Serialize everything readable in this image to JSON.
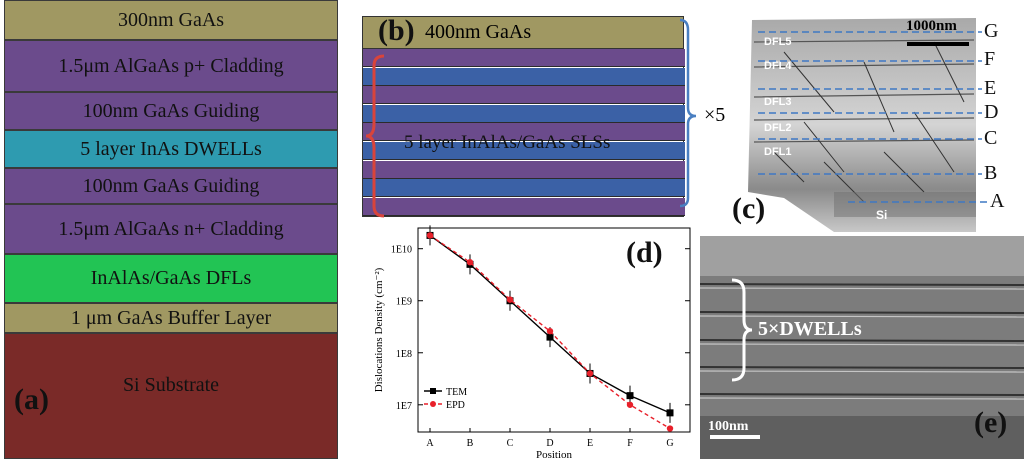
{
  "panel_a": {
    "label": "(a)",
    "layers": [
      {
        "text": "300nm GaAs",
        "color": "#a09862"
      },
      {
        "text": "1.5μm  AlGaAs p+ Cladding",
        "color": "#6b4b8c"
      },
      {
        "text": "100nm GaAs Guiding",
        "color": "#6b4b8c"
      },
      {
        "text": "5 layer InAs DWELLs",
        "color": "#2e9bb0"
      },
      {
        "text": "100nm GaAs Guiding",
        "color": "#6b4b8c"
      },
      {
        "text": "1.5μm  AlGaAs n+ Cladding",
        "color": "#6b4b8c"
      },
      {
        "text": "InAlAs/GaAs  DFLs",
        "color": "#22c454"
      },
      {
        "text": "1 μm GaAs Buffer Layer",
        "color": "#a09862"
      },
      {
        "text": "Si Substrate",
        "color": "#7a2a28"
      }
    ]
  },
  "panel_b": {
    "label": "(b)",
    "top_layer": "400nm GaAs",
    "sls_label": "5 layer InAlAs/GaAs SLSs",
    "repeat_label": "×5",
    "colors": {
      "gaas": "#a09862",
      "purple": "#6b4b8c",
      "blue": "#3b61a6",
      "bracket": "#4a7fc1",
      "red_bracket": "#d9443b"
    }
  },
  "panel_c": {
    "label": "(c)",
    "scale_bar": "1000nm",
    "substrate": "Si",
    "dfl_labels": [
      "DFL5",
      "DFL4",
      "DFL3",
      "DFL2",
      "DFL1"
    ],
    "levels": [
      "G",
      "F",
      "E",
      "D",
      "C",
      "B",
      "A"
    ]
  },
  "panel_d": {
    "label": "(d)",
    "chart_data": {
      "type": "line",
      "xlabel": "Position",
      "ylabel": "Dislocations Density (cm⁻²)",
      "categories": [
        "A",
        "B",
        "C",
        "D",
        "E",
        "F",
        "G"
      ],
      "y_scale": "log",
      "ylim": [
        3000000,
        25000000000
      ],
      "yticks": [
        {
          "value": 10000000,
          "label": "1E7"
        },
        {
          "value": 100000000,
          "label": "1E8"
        },
        {
          "value": 1000000000,
          "label": "1E9"
        },
        {
          "value": 10000000000,
          "label": "1E10"
        }
      ],
      "legend": "bottom-left",
      "series": [
        {
          "name": "TEM",
          "color": "#000000",
          "marker": "square",
          "line": "solid",
          "values": [
            18000000000,
            5000000000,
            1000000000,
            200000000,
            40000000,
            15000000,
            7000000
          ]
        },
        {
          "name": "EPD",
          "color": "#e8202a",
          "marker": "circle",
          "line": "dashed",
          "values": [
            18000000000,
            5500000000,
            1050000000,
            260000000,
            40000000,
            10000000,
            3500000
          ]
        }
      ]
    }
  },
  "panel_e": {
    "label": "(e)",
    "annotation": "5×DWELLs",
    "scale_bar": "100nm"
  }
}
